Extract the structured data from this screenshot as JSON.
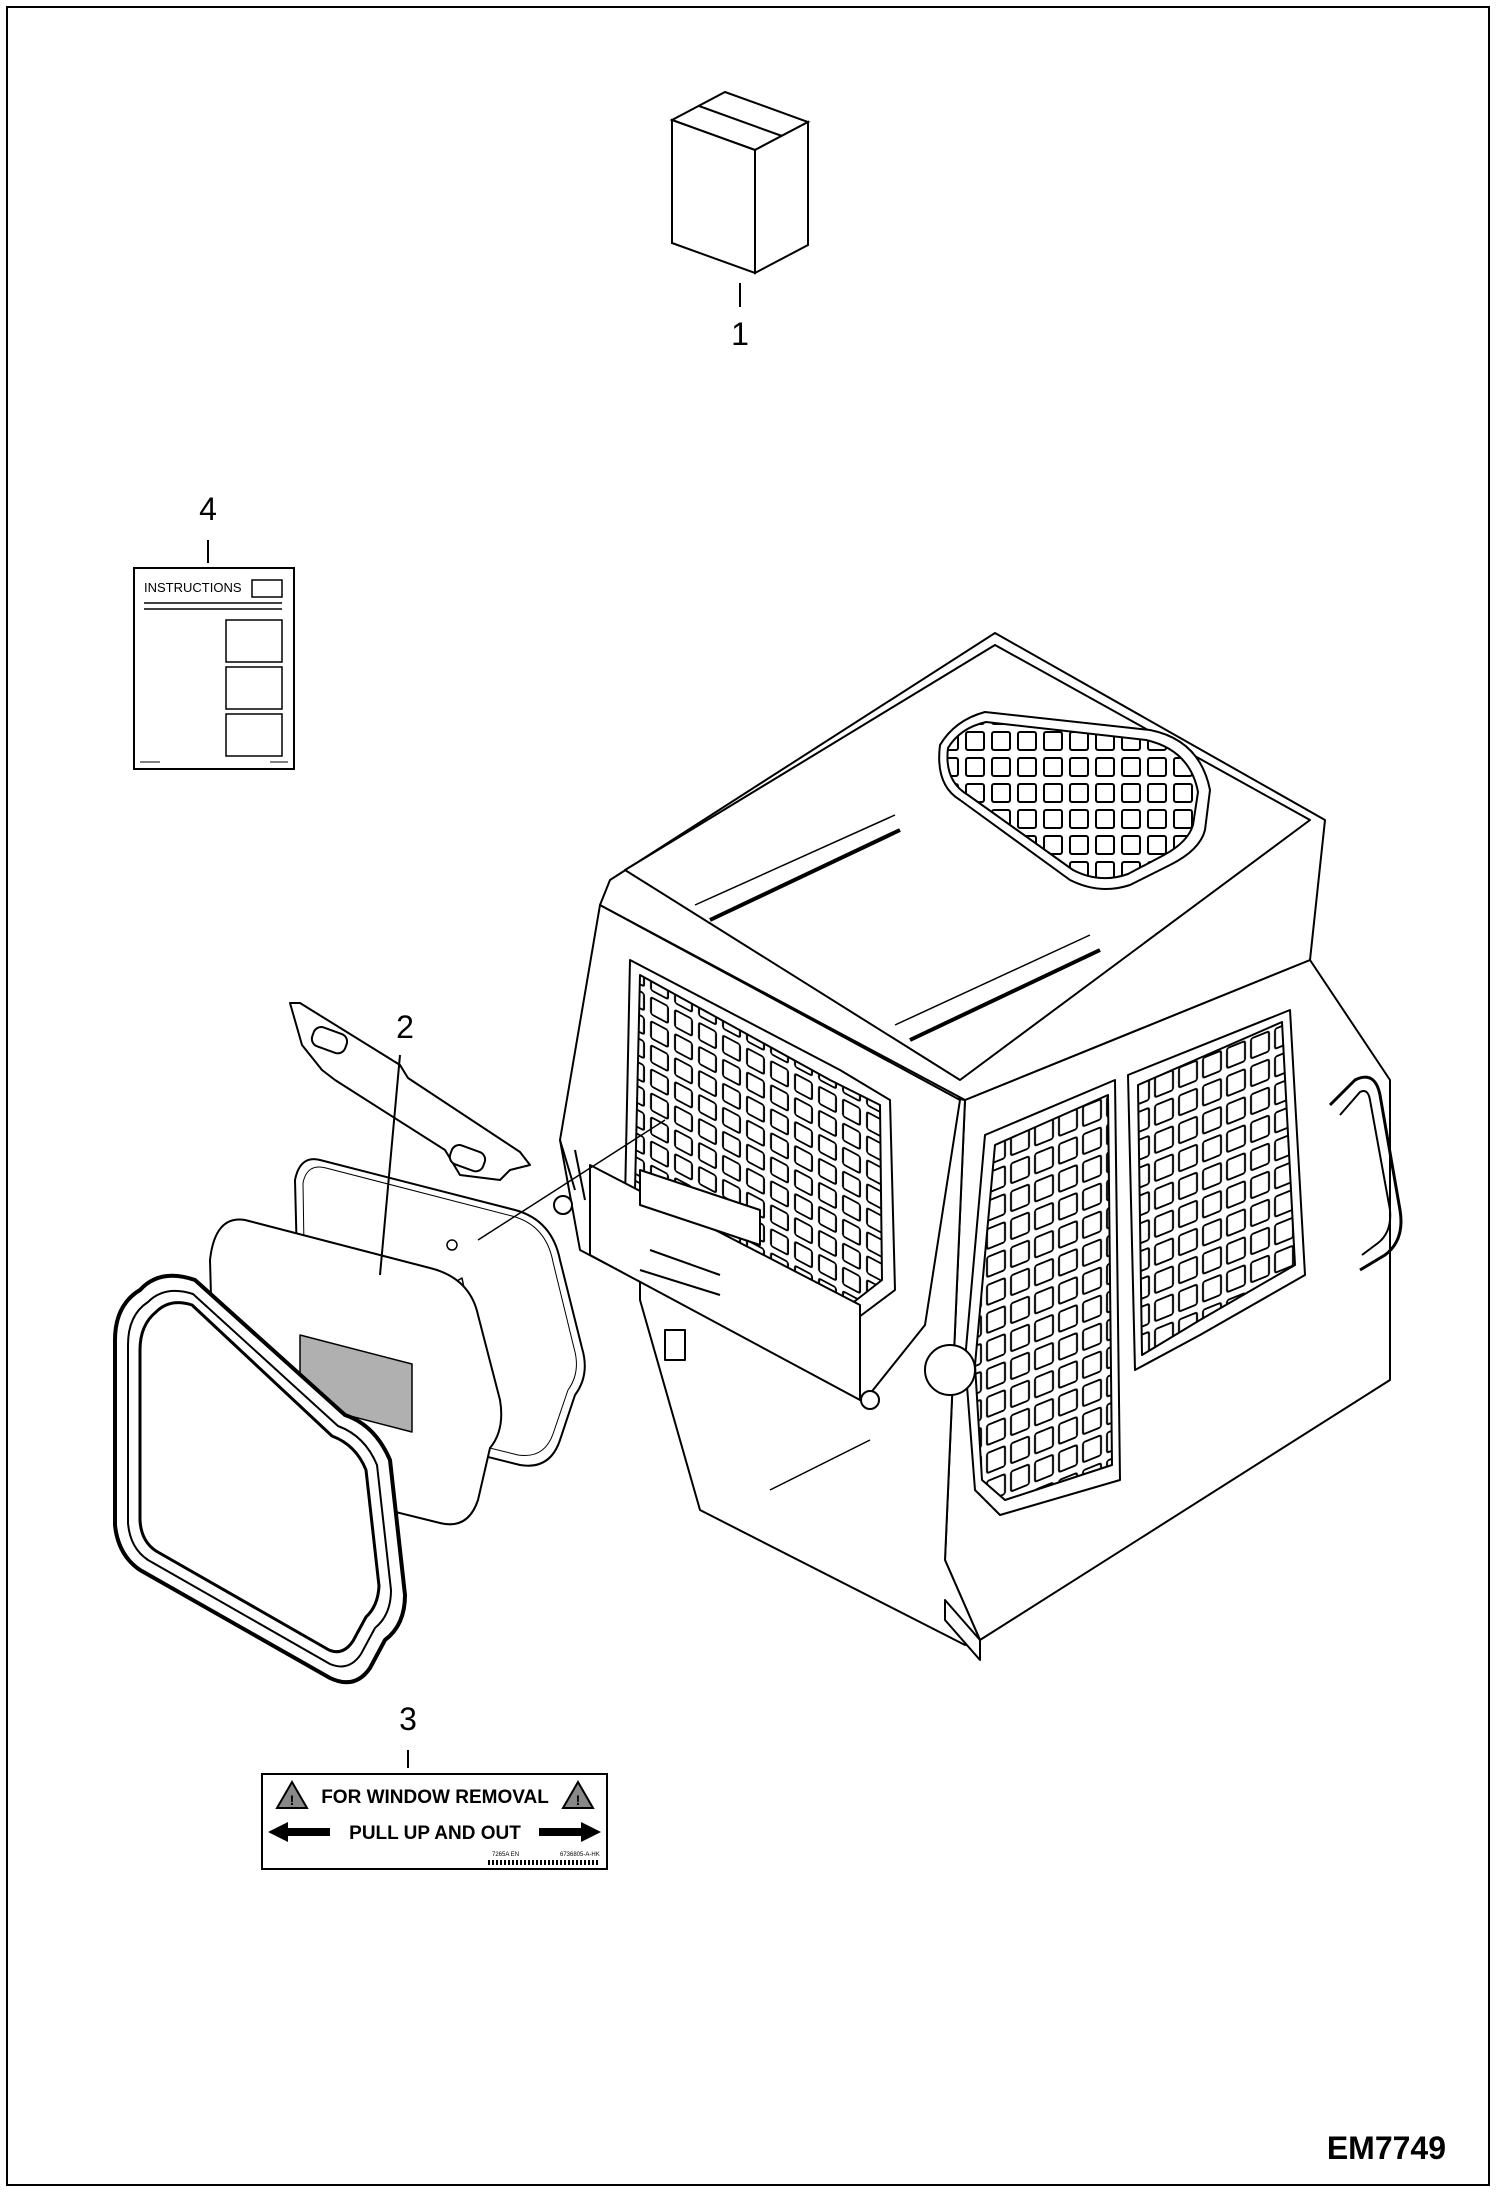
{
  "figure": {
    "id": "EM7749"
  },
  "callouts": {
    "c1": "1",
    "c2": "2",
    "c3": "3",
    "c4": "4"
  },
  "instructions_sheet": {
    "title": "INSTRUCTIONS"
  },
  "window_decal": {
    "line1": "FOR WINDOW REMOVAL",
    "line2": "PULL UP AND OUT",
    "small_left": "7265A EN",
    "small_right": "6736805-A-HK"
  }
}
